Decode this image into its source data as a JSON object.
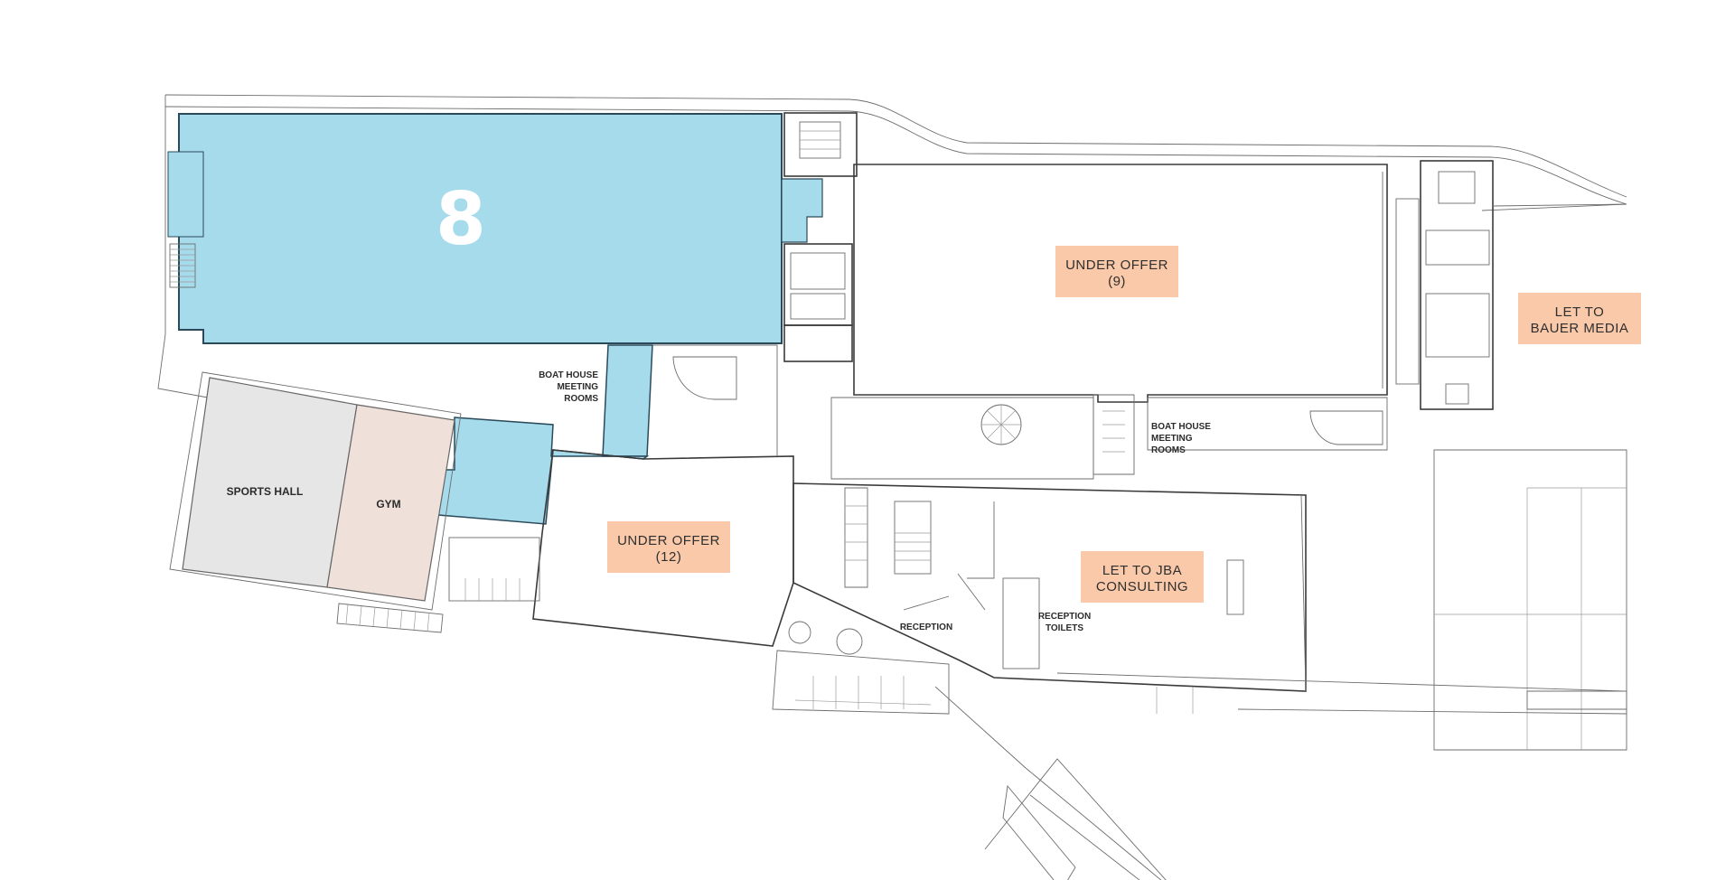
{
  "plan": {
    "unit_number": "8",
    "colors": {
      "unit_fill": "#a6dbec",
      "unit_stroke": "#2a4a5a",
      "tag_fill": "#f9c9a9",
      "sports_hall_fill": "#e6e6e6",
      "gym_fill": "#efe0d9",
      "wall": "#3a3a3a"
    },
    "tags": {
      "under_offer_9": {
        "line1": "UNDER OFFER",
        "line2": "(9)"
      },
      "under_offer_12": {
        "line1": "UNDER OFFER",
        "line2": "(12)"
      },
      "let_bauer": {
        "line1": "LET TO",
        "line2": "BAUER MEDIA"
      },
      "let_jba": {
        "line1": "LET TO JBA",
        "line2": "CONSULTING"
      }
    },
    "labels": {
      "sports_hall": "SPORTS HALL",
      "gym": "GYM",
      "reception": "RECEPTION",
      "reception_toilets_1": "RECEPTION",
      "reception_toilets_2": "TOILETS",
      "boat_house_left": [
        "BOAT HOUSE",
        "MEETING",
        "ROOMS"
      ],
      "boat_house_right": [
        "BOAT HOUSE",
        "MEETING",
        "ROOMS"
      ]
    }
  }
}
